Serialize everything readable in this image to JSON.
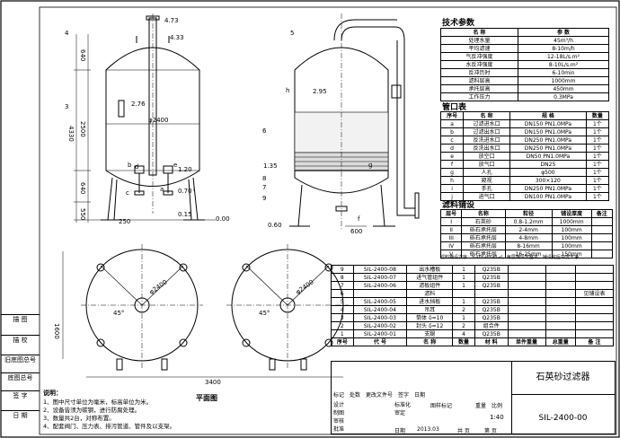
{
  "left_strip": [
    "描 图",
    "描 校",
    "旧底图总号",
    "底图总号",
    "签 字",
    "日 期"
  ],
  "elevation": {
    "dims": [
      "4.73",
      "4.33",
      "640",
      "2500",
      "4330",
      "640",
      "550",
      "2.76",
      "φ2400",
      "1.20",
      "0.70",
      "0.15",
      "0.00",
      "250"
    ],
    "labels": [
      "4",
      "3",
      "b",
      "d",
      "e",
      "c",
      "a",
      "i"
    ]
  },
  "section": {
    "dims": [
      "2.95",
      "1.35",
      "0.60",
      "600"
    ],
    "labels": [
      "5",
      "h",
      "6",
      "7",
      "8",
      "9",
      "g",
      "f"
    ]
  },
  "plan_views": {
    "dims": [
      "φ2400",
      "φ2400",
      "45°",
      "45°",
      "1600",
      "3400"
    ],
    "caption": "平面图"
  },
  "notes": {
    "title": "说明：",
    "lines": [
      "1、图中尺寸单位为毫米，标高单位为米。",
      "2、设备皆须为碳钢，进行防腐处理。",
      "3、数量共2台，对称布置。",
      "4、配套阀门、压力表、排污管道、管件及以支架。"
    ]
  },
  "tech_params": {
    "title": "技术参数",
    "headers": [
      "名 称",
      "参 数"
    ],
    "rows": [
      [
        "处理水量",
        "45m³/h"
      ],
      [
        "平均滤速",
        "8-10m/h"
      ],
      [
        "气反冲强度",
        "12-18L/s.m²"
      ],
      [
        "水反冲强度",
        "8-10L/s.m²"
      ],
      [
        "反冲历时",
        "6-10min"
      ],
      [
        "滤料层高",
        "1000mm"
      ],
      [
        "承托层高",
        "450mm"
      ],
      [
        "工作压力",
        "0.3MPa"
      ]
    ]
  },
  "nozzles": {
    "title": "管口表",
    "headers": [
      "序号",
      "名 称",
      "规 格",
      "数量"
    ],
    "rows": [
      [
        "a",
        "过滤进水口",
        "DN150 PN1.0MPa",
        "1个"
      ],
      [
        "b",
        "过滤出水口",
        "DN150 PN1.0MPa",
        "1个"
      ],
      [
        "c",
        "反洗进水口",
        "DN250 PN1.0MPa",
        "1个"
      ],
      [
        "d",
        "反洗出水口",
        "DN250 PN1.0MPa",
        "1个"
      ],
      [
        "e",
        "放空口",
        "DN50 PN1.0MPa",
        "1个"
      ],
      [
        "f",
        "放气口",
        "DN25",
        "1个"
      ],
      [
        "g",
        "人孔",
        "φ500",
        "1个"
      ],
      [
        "h",
        "窥视",
        "300×120",
        "1个"
      ],
      [
        "i",
        "手孔",
        "DN250 PN1.0MPa",
        "1个"
      ],
      [
        "j",
        "进气口",
        "DN100 PN1.0MPa",
        "1个"
      ]
    ]
  },
  "media": {
    "title": "滤料铺设",
    "headers": [
      "层号",
      "名称",
      "粒径",
      "铺设厚度",
      "备注"
    ],
    "rows": [
      [
        "I",
        "石英砂",
        "0.8-1.2mm",
        "1000mm",
        ""
      ],
      [
        "II",
        "砾石承托层",
        "2-4mm",
        "100mm",
        ""
      ],
      [
        "III",
        "砾石承托层",
        "4-8mm",
        "100mm",
        ""
      ],
      [
        "IV",
        "砾石承托层",
        "8-16mm",
        "100mm",
        ""
      ],
      [
        "V",
        "砾石承托层",
        "16-25mm",
        "150mm",
        ""
      ]
    ],
    "note": "滤料铺设次序：V→IV→III→II→I，每层铺设需整平，铺设完后冲洗干净"
  },
  "parts": {
    "rows": [
      [
        "9",
        "SIL-2400-08",
        "出水槽板",
        "1",
        "Q235B",
        "",
        "",
        ""
      ],
      [
        "8",
        "SIL-2400-07",
        "进气管组件",
        "1",
        "Q235B",
        "",
        "",
        ""
      ],
      [
        "7",
        "SIL-2400-06",
        "滤板组件",
        "1",
        "Q235B",
        "",
        "",
        ""
      ],
      [
        "6",
        "",
        "滤料",
        "",
        "",
        "",
        "",
        "见铺设表"
      ],
      [
        "5",
        "SIL-2400-05",
        "进水挡板",
        "1",
        "Q235B",
        "",
        "",
        ""
      ],
      [
        "4",
        "SIL-2400-04",
        "吊耳",
        "2",
        "Q235B",
        "",
        "",
        ""
      ],
      [
        "3",
        "SIL-2400-03",
        "筒体 δ=10",
        "1",
        "Q235B",
        "",
        "",
        ""
      ],
      [
        "2",
        "SIL-2400-02",
        "封头 δ=12",
        "2",
        "组合件",
        "",
        "",
        ""
      ],
      [
        "1",
        "SIL-2400-01",
        "支腿",
        "4",
        "Q235B",
        "",
        "",
        ""
      ]
    ],
    "headers": [
      "序号",
      "代 号",
      "名 称",
      "数量",
      "材 料",
      "单件重量",
      "总重量",
      "备 注"
    ]
  },
  "title_block": {
    "name": "石英砂过滤器",
    "code": "SIL-2400-00",
    "scale_label": "比例",
    "scale": "1:40",
    "weight_label": "重量",
    "sheet_label": "共 页",
    "sheet_label2": "第 页",
    "date": "2013.03",
    "date_label": "日期",
    "signature_row": [
      "标记",
      "处数",
      "更改文件号",
      "签字",
      "日期"
    ],
    "roles": [
      "设计",
      "制图",
      "审核",
      "批准"
    ],
    "roles2": [
      "标准化",
      "审定"
    ],
    "stage": "图样标记"
  }
}
